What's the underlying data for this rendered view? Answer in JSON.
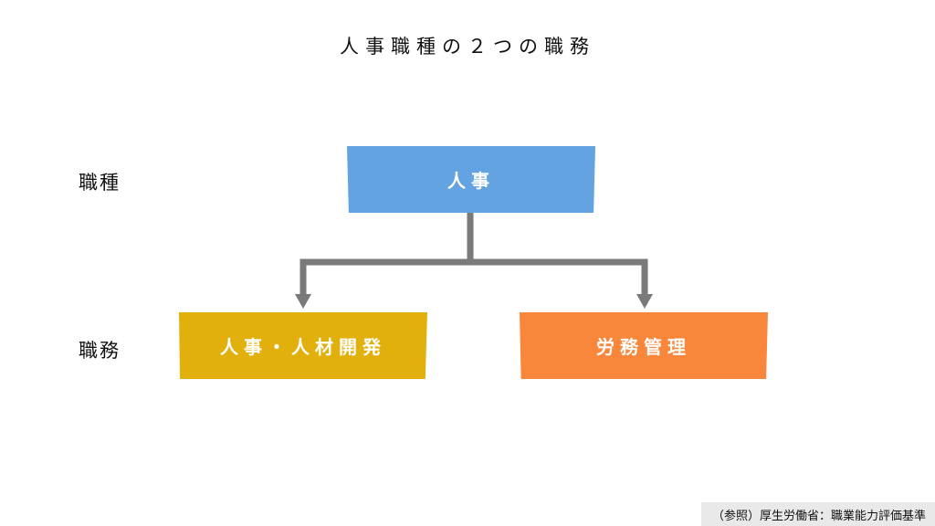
{
  "title": "人事職種の２つの職務",
  "labels": {
    "shokushu": "職種",
    "shokumu": "職務"
  },
  "nodes": {
    "top": "人事",
    "left": "人事・人材開発",
    "right": "労務管理"
  },
  "colors": {
    "top": "#63a3e1",
    "left": "#e2b00c",
    "right": "#f9873b",
    "connector": "#7a7a7a"
  },
  "source": "（参照）厚生労働省：職業能力評価基準"
}
